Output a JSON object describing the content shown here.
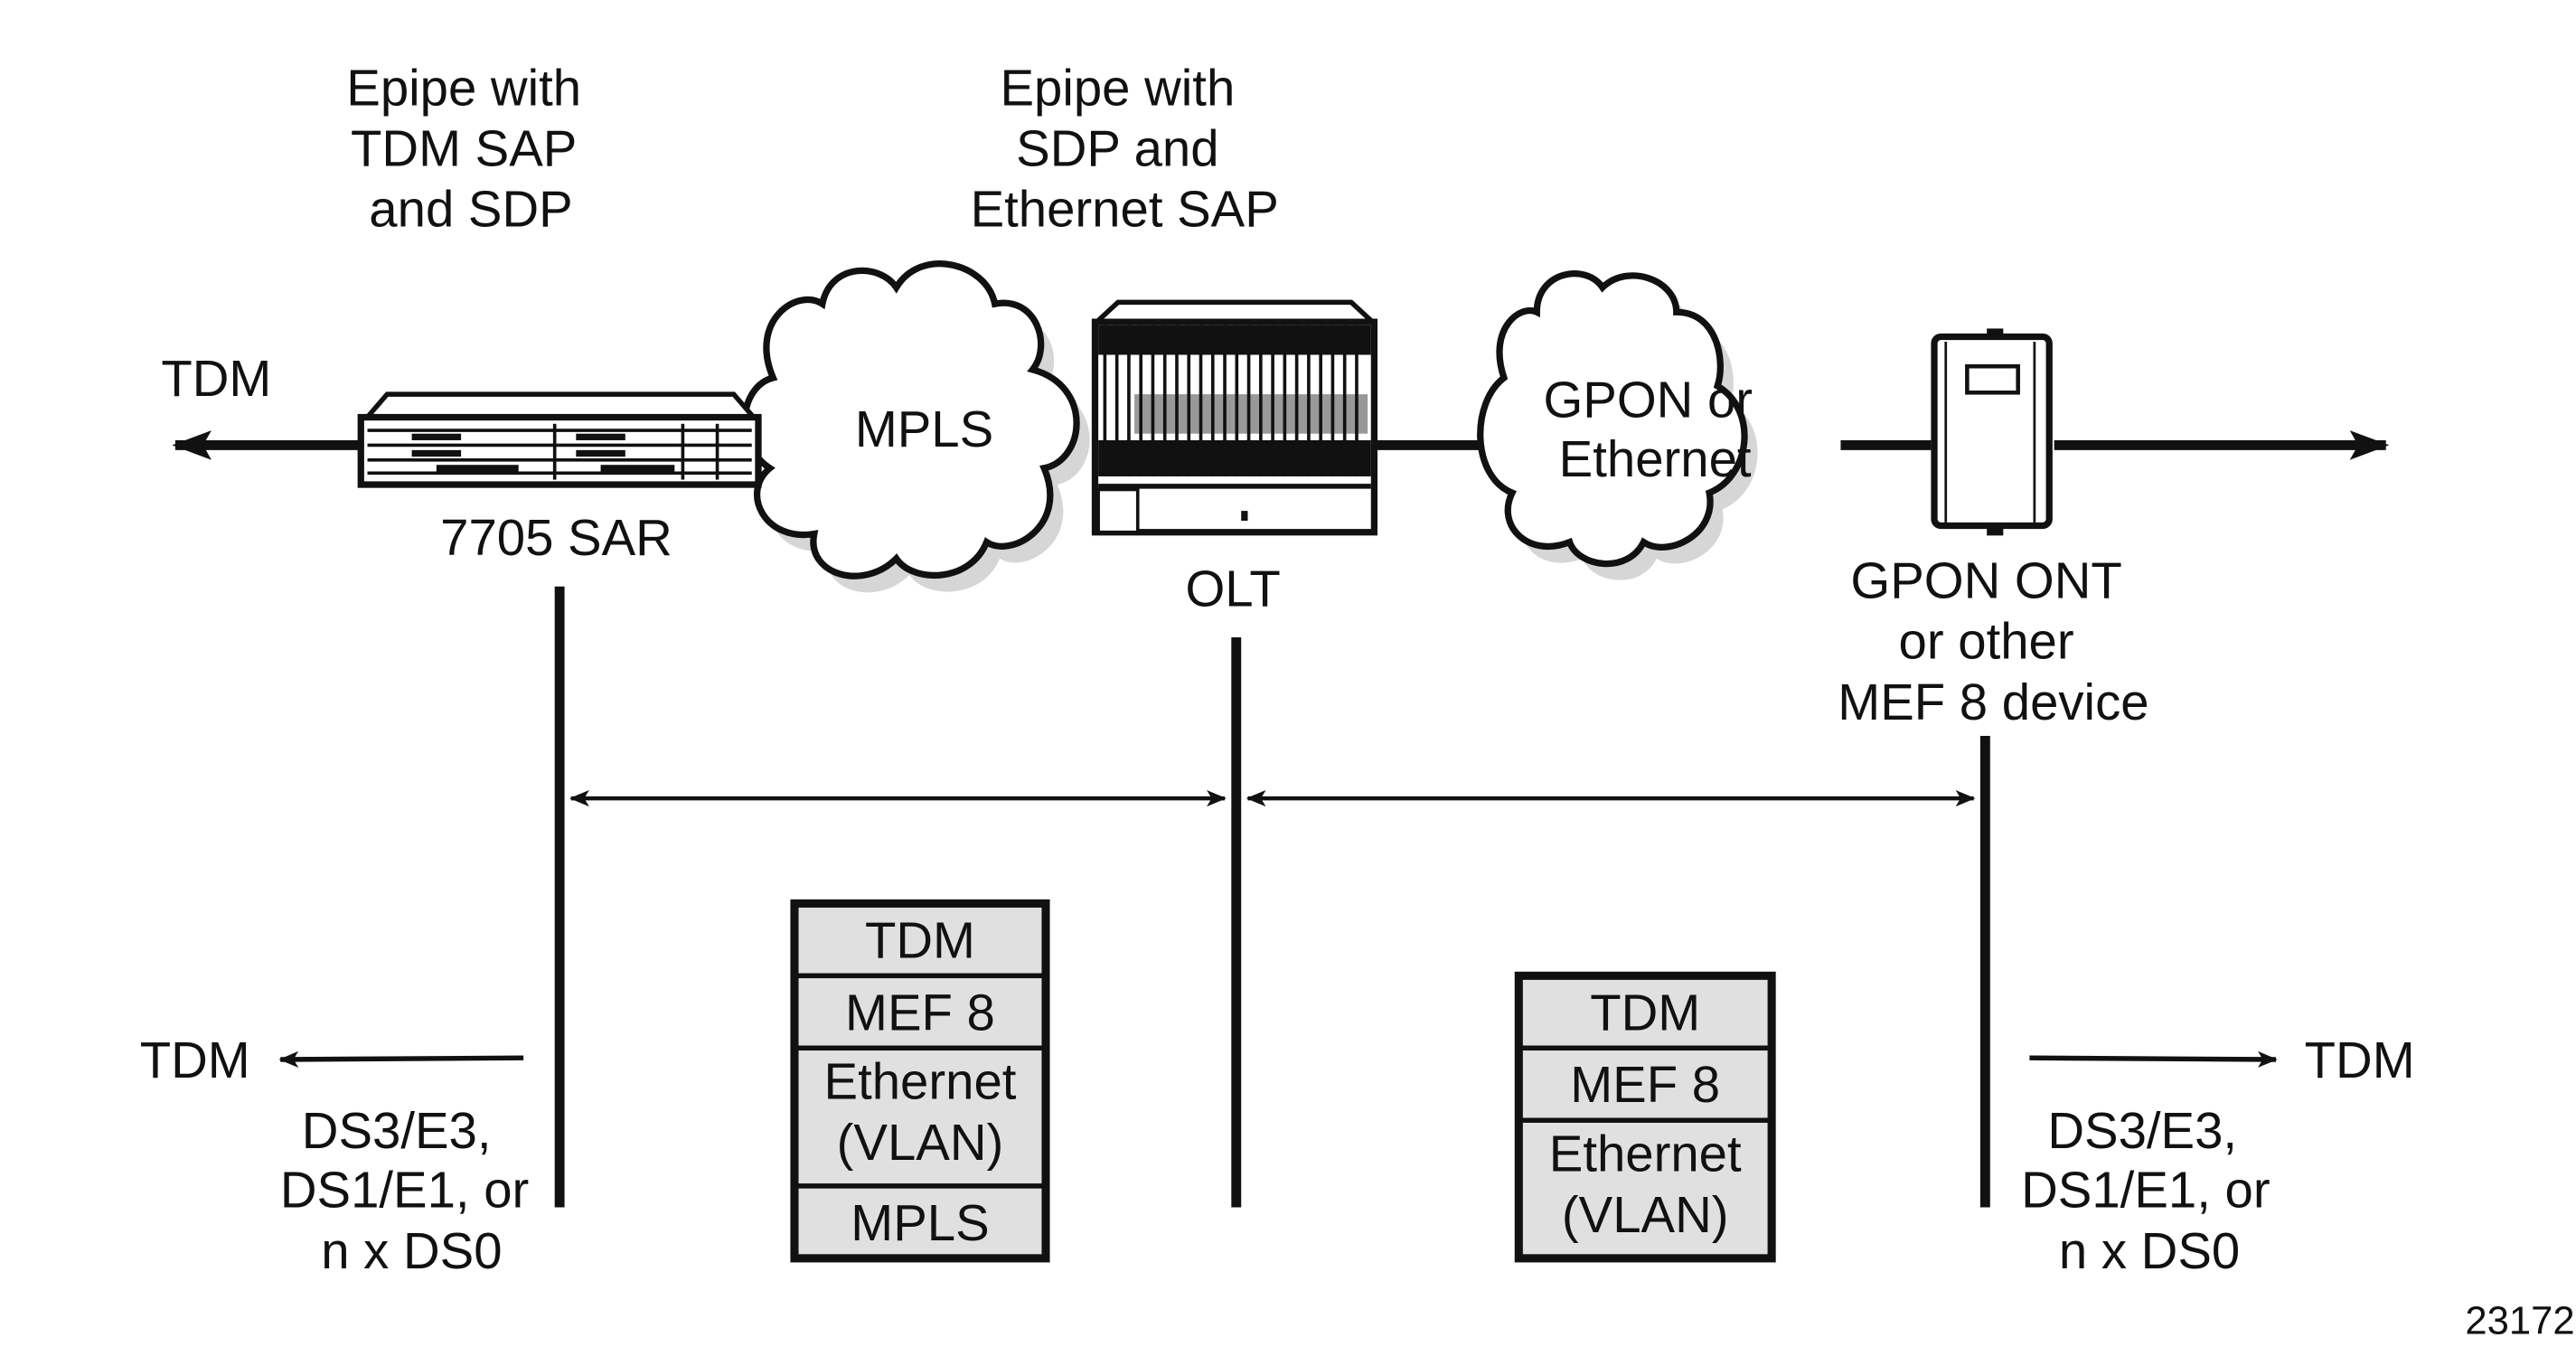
{
  "labels": {
    "epipe_left": [
      "Epipe with",
      "TDM SAP",
      "and SDP"
    ],
    "epipe_mid": [
      "Epipe with",
      "SDP and",
      "Ethernet SAP"
    ],
    "tdm_top": "TDM",
    "sar": "7705 SAR",
    "mpls_cloud": "MPLS",
    "olt": "OLT",
    "gpon_cloud": [
      "GPON or",
      "Ethernet"
    ],
    "ont": [
      "GPON ONT",
      "or other",
      "MEF 8 device"
    ],
    "tdm_left": "TDM",
    "tdm_right": "TDM",
    "rates_left": [
      "DS3/E3,",
      "DS1/E1, or",
      "n x DS0"
    ],
    "rates_right": [
      "DS3/E3,",
      "DS1/E1, or",
      "n x DS0"
    ],
    "figure_id": "23172"
  },
  "stack_left": [
    "TDM",
    "MEF 8",
    [
      "Ethernet",
      "(VLAN)"
    ],
    "MPLS"
  ],
  "stack_right": [
    "TDM",
    "MEF 8",
    [
      "Ethernet",
      "(VLAN)"
    ]
  ],
  "colors": {
    "stack_fill": "#e0e0e0",
    "shadow": "#d6d6d6",
    "line": "#111111"
  }
}
